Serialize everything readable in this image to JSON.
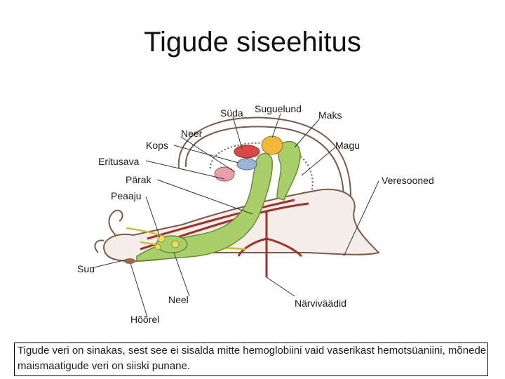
{
  "title": "Tigude siseehitus",
  "labels": {
    "syda": "Süda",
    "suguelund": "Suguelund",
    "maks": "Maks",
    "neer": "Neer",
    "kops": "Kops",
    "magu": "Magu",
    "eritusava": "Eritusava",
    "parak": "Pärak",
    "veresooned": "Veresooned",
    "peaaju": "Peaaju",
    "suu": "Suu",
    "neel": "Neel",
    "narvivaadid": "Närviväädid",
    "hoorel": "Hõõrel"
  },
  "note": "Tigude veri on sinakas, sest see ei sisalda mitte hemoglobiini vaid vaserikast hemotsüaniini, mõnede maismaatigude veri on siiski punane.",
  "colors": {
    "digestive": "#a8cf6a",
    "heart": "#d84a4a",
    "gonad": "#f0b93a",
    "lung": "#9ab4d8",
    "kidney": "#e8a0a8",
    "nerve": "#e8df6a",
    "vessel": "#a0302a",
    "outline": "#7a5a4a"
  }
}
